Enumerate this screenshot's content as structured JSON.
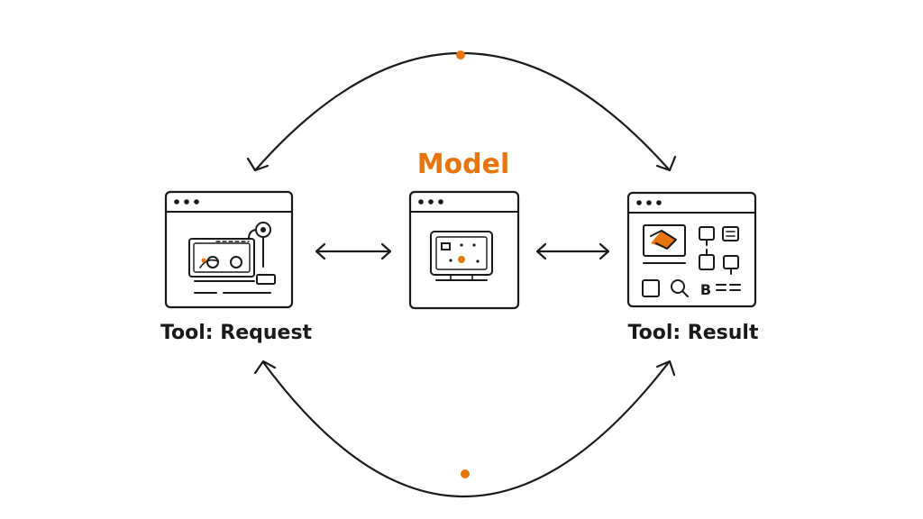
{
  "diagram": {
    "title": "Model",
    "nodes": {
      "left": {
        "label": "Tool: Request"
      },
      "center": {
        "label": "Model"
      },
      "right": {
        "label": "Tool: Result"
      }
    },
    "result_glyph": "B",
    "colors": {
      "accent": "#e8740c",
      "stroke": "#1a1a1a",
      "background": "#ffffff"
    },
    "icons": {
      "left": "request-tool-icon",
      "center": "model-chip-icon",
      "right": "result-tool-icon"
    }
  }
}
